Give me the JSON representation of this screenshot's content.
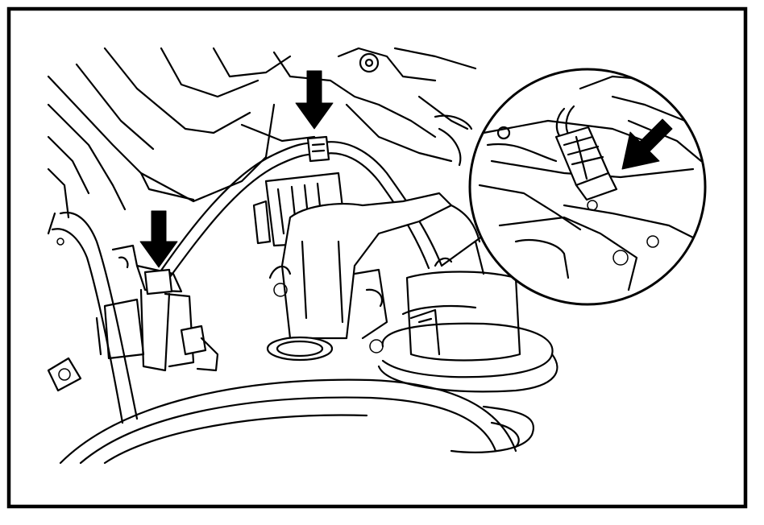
{
  "figure": {
    "colors": {
      "line": "#000000",
      "background": "#ffffff"
    },
    "callouts": [
      "arrow-top-clip",
      "arrow-left-bracket",
      "arrow-inset-connector"
    ],
    "inset": "magnified-connector-detail"
  }
}
